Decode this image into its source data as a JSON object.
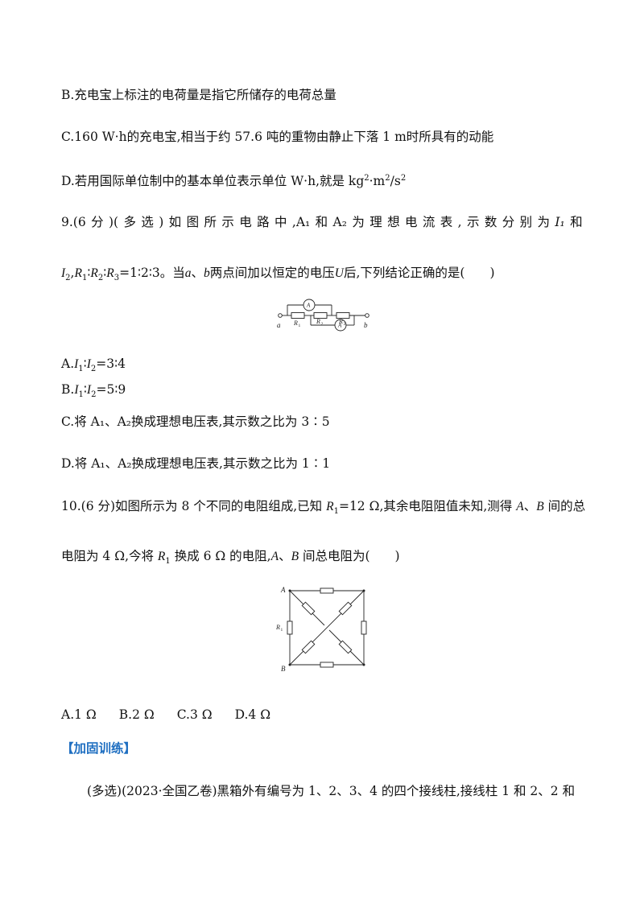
{
  "lines": {
    "optB": "B.充电宝上标注的电荷量是指它所储存的电荷总量",
    "optC": "C.160 W·h的充电宝,相当于约 57.6 吨的重物由静止下落 1 m时所具有的动能",
    "optD_pre": "D.若用国际单位制中的基本单位表示单位 W·h,就是 kg",
    "optD_mid": "·m",
    "optD_post": "/s",
    "sup2": "2"
  },
  "q9": {
    "intro_chars": [
      "9.(6",
      "分",
      ")(",
      "多",
      "选",
      ")",
      "如",
      "图",
      "所",
      "示",
      "电",
      "路",
      "中",
      ",A₁",
      "和",
      "A₂",
      "为",
      "理",
      "想",
      "电",
      "流",
      "表",
      ",",
      "示",
      "数",
      "分",
      "别",
      "为",
      "I₁",
      "和"
    ],
    "line2": {
      "I2": "I",
      "sub2": "2",
      "comma": ",",
      "R": "R",
      "sub1": "1",
      "ratio_sep": "∶",
      "sub3": "3",
      "ratio_tail": "=1∶2∶3。当",
      "a": "a",
      "dun": "、",
      "b": "b",
      "mid": "两点间加以恒定的电压",
      "U": "U",
      "tail": "后,下列结论正确的是(　　)"
    },
    "figure": {
      "a": "a",
      "b": "b",
      "R": "R",
      "s1": "1",
      "s2": "2",
      "s3": "3",
      "A": "A"
    },
    "options": {
      "A_pre": "A.",
      "A_I": "I",
      "A_s1": "1",
      "A_sep": "∶",
      "A_s2": "2",
      "A_val": "=3∶4",
      "B_pre": "B.",
      "B_val": "=5∶9",
      "C": "C.将 A₁、A₂换成理想电压表,其示数之比为 3∶5",
      "D": "D.将 A₁、A₂换成理想电压表,其示数之比为 1∶1"
    }
  },
  "q10": {
    "line1_pre": "10.(6 分)如图所示为 8 个不同的电阻组成,已知 ",
    "R": "R",
    "sub1": "1",
    "line1_post": "=12 Ω,其余电阻阻值未知,测得 ",
    "A": "A",
    "dun": "、",
    "B": "B",
    "line1_tail": " 间的总",
    "line2_pre": "电阻为 4 Ω,今将 ",
    "line2_mid": " 换成 6 Ω 的电阻,",
    "line2_tail": " 间总电阻为(　　)",
    "options": [
      "A.1 Ω",
      "B.2 Ω",
      "C.3 Ω",
      "D.4 Ω"
    ]
  },
  "section": {
    "title": "【加固训练】"
  },
  "extra": {
    "text": "(多选)(2023·全国乙卷)黑箱外有编号为 1、2、3、4 的四个接线柱,接线柱 1 和 2、2 和"
  }
}
